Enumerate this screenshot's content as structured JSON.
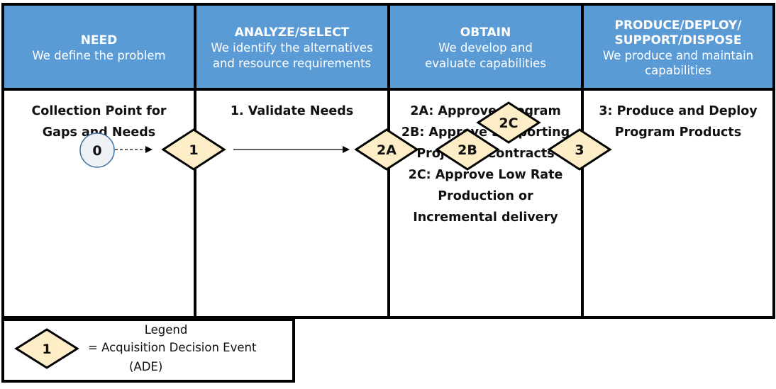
{
  "phases": [
    {
      "title": "NEED",
      "subtitle_lines": [
        "We define the problem"
      ],
      "body_lines": [
        "Collection Point for",
        "Gaps and Needs"
      ]
    },
    {
      "title": "ANALYZE/SELECT",
      "subtitle_lines": [
        "We identify the alternatives",
        "and resource requirements"
      ],
      "body_lines": [
        "1. Validate Needs"
      ]
    },
    {
      "title": "OBTAIN",
      "subtitle_lines": [
        "We develop and",
        "evaluate capabilities"
      ],
      "body_lines": [
        "2A: Approve Program",
        "2B: Approve Supporting",
        "Projects / Contracts",
        "2C: Approve Low Rate",
        "Production  or",
        "Incremental delivery"
      ]
    },
    {
      "title_lines": [
        "PRODUCE/DEPLOY/",
        "SUPPORT/DISPOSE"
      ],
      "subtitle_lines": [
        "We produce and maintain",
        "capabilities"
      ],
      "body_lines": [
        "3: Produce and Deploy",
        "Program Products"
      ]
    }
  ],
  "nodes": {
    "start": "0",
    "ade_1": "1",
    "ade_2a": "2A",
    "ade_2b": "2B",
    "ade_2c": "2C",
    "ade_3": "3"
  },
  "legend": {
    "title": "Legend",
    "symbol_label": "1",
    "description": "= Acquisition Decision Event",
    "abbreviation": "(ADE)"
  },
  "colors": {
    "header_blue": "#5b9bd5",
    "diamond_fill": "#fdeec8",
    "start_circle_fill": "#eef1f6",
    "start_circle_stroke": "#41719c"
  }
}
